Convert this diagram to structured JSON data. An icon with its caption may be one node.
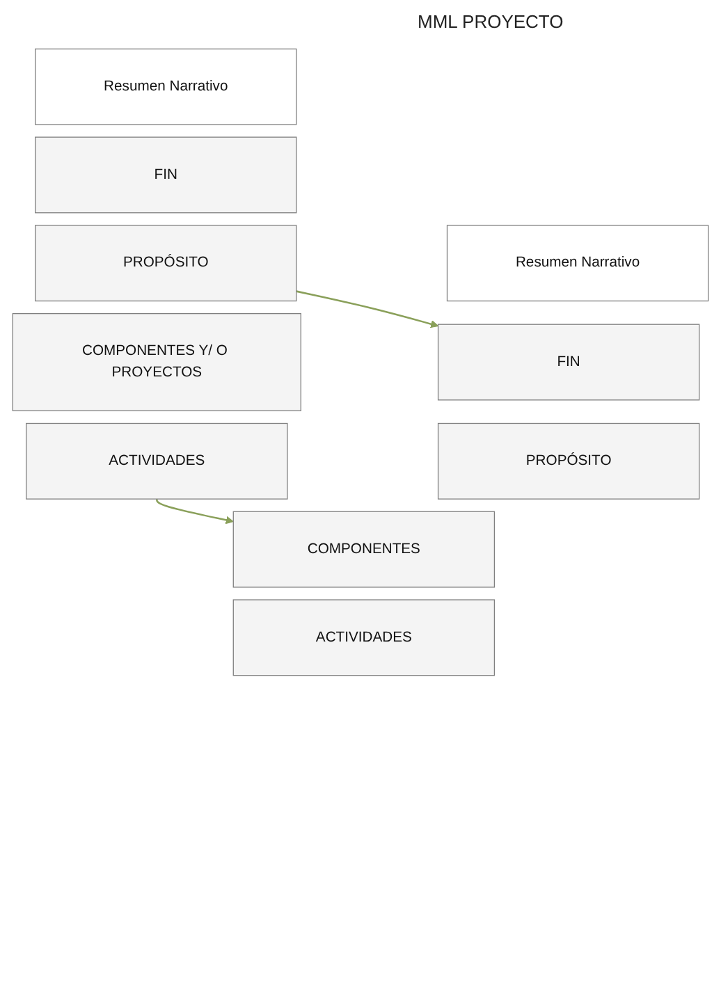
{
  "diagram": {
    "nodes": [
      {
        "text": [
          "Resumen Narrativo"
        ]
      },
      {
        "text": [
          "FIN"
        ]
      },
      {
        "text": [
          "PROPÓSITO"
        ]
      },
      {
        "text": [
          "COMPONENTES Y/ O PROYECTOS"
        ]
      },
      {
        "text": [
          "ACTIVIDADES"
        ]
      },
      {
        "text": [
          "Resumen Narrativo"
        ]
      },
      {
        "text": [
          "FIN"
        ]
      },
      {
        "text": [
          "PROPÓSITO"
        ]
      },
      {
        "text": [
          "COMPONENTES"
        ]
      },
      {
        "text": [
          "ACTIVIDADES"
        ]
      }
    ],
    "edges": [
      {
        "from": 2,
        "to": 6,
        "arrow": "to"
      },
      {
        "from": 4,
        "to": 8,
        "arrow": "to"
      }
    ],
    "labels": [
      "MML PROYECTO"
    ]
  }
}
